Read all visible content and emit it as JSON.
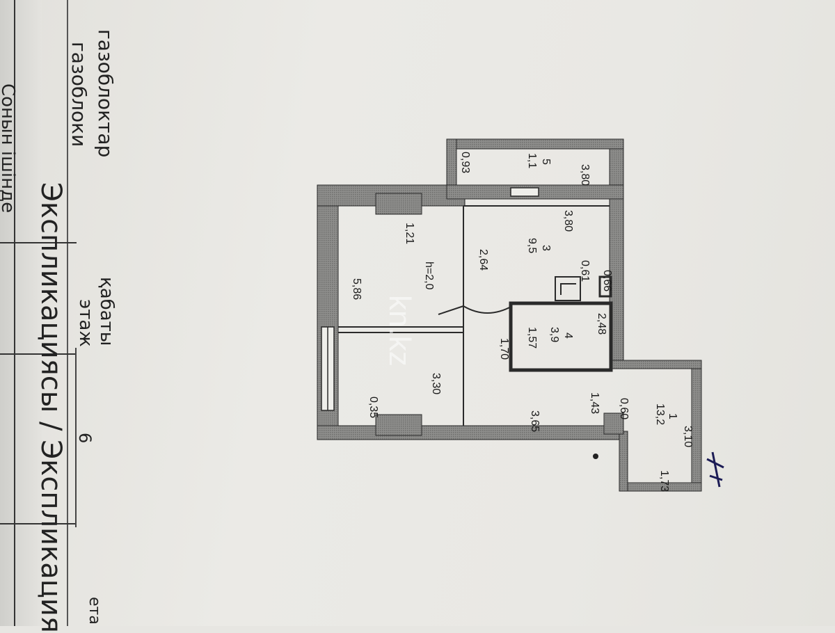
{
  "side_labels": {
    "material_kz": "газоблоктар",
    "material_ru": "газоблоки",
    "floor_kz": "қабаты",
    "floor_ru": "этаж",
    "floor_value": "6",
    "explication": "Экспликациясы / Экспликация",
    "edge_top": "Сонын ішінде",
    "edge_bottom": "ета"
  },
  "plan": {
    "height_label": "h=2,0",
    "rooms": [
      {
        "number": "1",
        "area": "13,2"
      },
      {
        "number": "3",
        "area": "9,5"
      },
      {
        "number": "4",
        "area": "3,9"
      },
      {
        "number": "5",
        "area": "1,1"
      }
    ],
    "dimensions": [
      "3,80",
      "0,93",
      "1,21",
      "3,80",
      "2,64",
      "0,61",
      "0,66",
      "5,86",
      "2,48",
      "1,57",
      "1,70",
      "3,30",
      "0,35",
      "3,65",
      "1,43",
      "0,60",
      "3,10",
      "1,73"
    ]
  },
  "watermark": "kn.kz",
  "colors": {
    "wall_fill": "#8e8e8c",
    "line": "#2a2a2a",
    "paper": "#e7e6e2"
  }
}
